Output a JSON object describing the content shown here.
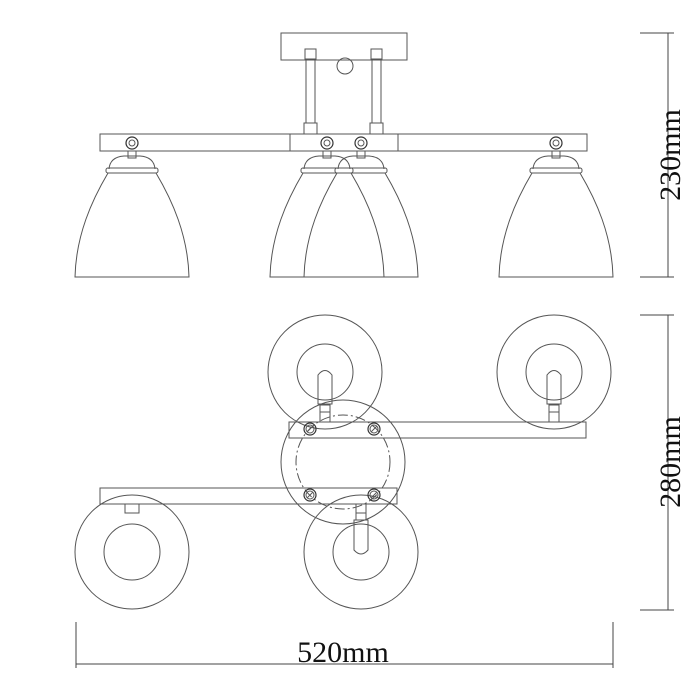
{
  "drawing": {
    "views": [
      "side-elevation",
      "top-plan"
    ],
    "line_color": "#555555"
  },
  "dimensions": {
    "height": "230mm",
    "depth": "280mm",
    "width": "520mm"
  }
}
